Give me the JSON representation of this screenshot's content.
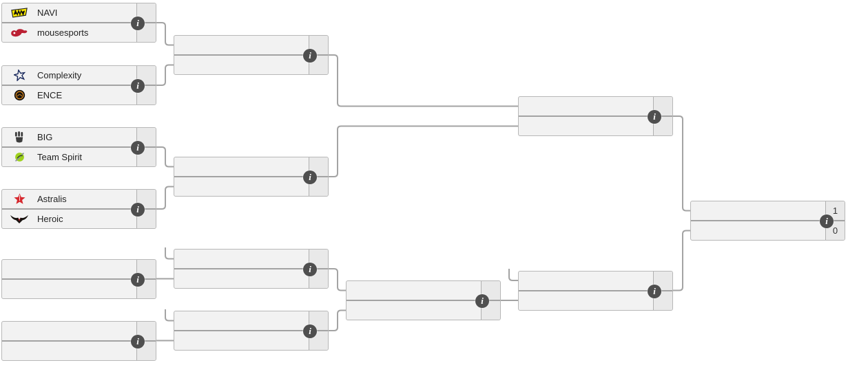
{
  "page": {
    "background": "#ffffff"
  },
  "colors": {
    "connector": "#a3a3a3",
    "box_fill": "#f2f2f2",
    "score_column_fill": "#e9e9e9",
    "box_border": "#b7b7b7",
    "info_icon_bg": "#4f4f4f",
    "info_icon_glyph_color": "#ffffff",
    "navi_yellow": "#f6e500",
    "mousesports_red": "#bb2033",
    "complexity_navy": "#17275b",
    "ence_orange": "#df8a1f",
    "big_gray": "#3d3d3d",
    "team_spirit_green": "#9ed11d",
    "astralis_red": "#d6282e",
    "heroic_black": "#17120f"
  },
  "icons": {
    "info_glyph": "i"
  },
  "matches": {
    "ub_qf1": {
      "team1": "NAVI",
      "logo1": "navi-logo",
      "score1": "",
      "team2": "mousesports",
      "logo2": "mousesports-logo",
      "score2": ""
    },
    "ub_qf2": {
      "team1": "Complexity",
      "logo1": "complexity-logo",
      "score1": "",
      "team2": "ENCE",
      "logo2": "ence-logo",
      "score2": ""
    },
    "ub_qf3": {
      "team1": "BIG",
      "logo1": "big-logo",
      "score1": "",
      "team2": "Team Spirit",
      "logo2": "team-spirit-logo",
      "score2": ""
    },
    "ub_qf4": {
      "team1": "Astralis",
      "logo1": "astralis-logo",
      "score1": "",
      "team2": "Heroic",
      "logo2": "heroic-logo",
      "score2": ""
    },
    "lb_r1m1": {
      "team1": "",
      "score1": "",
      "team2": "",
      "score2": ""
    },
    "lb_r1m2": {
      "team1": "",
      "score1": "",
      "team2": "",
      "score2": ""
    },
    "ub_sf1": {
      "team1": "",
      "score1": "",
      "team2": "",
      "score2": ""
    },
    "ub_sf2": {
      "team1": "",
      "score1": "",
      "team2": "",
      "score2": ""
    },
    "lb_r2m1": {
      "team1": "",
      "score1": "",
      "team2": "",
      "score2": ""
    },
    "lb_r2m2": {
      "team1": "",
      "score1": "",
      "team2": "",
      "score2": ""
    },
    "lb_r3": {
      "team1": "",
      "score1": "",
      "team2": "",
      "score2": ""
    },
    "ub_final": {
      "team1": "",
      "score1": "",
      "team2": "",
      "score2": ""
    },
    "lb_final": {
      "team1": "",
      "score1": "",
      "team2": "",
      "score2": ""
    },
    "grand_final": {
      "team1": "",
      "score1": "1",
      "team2": "",
      "score2": "0"
    }
  }
}
